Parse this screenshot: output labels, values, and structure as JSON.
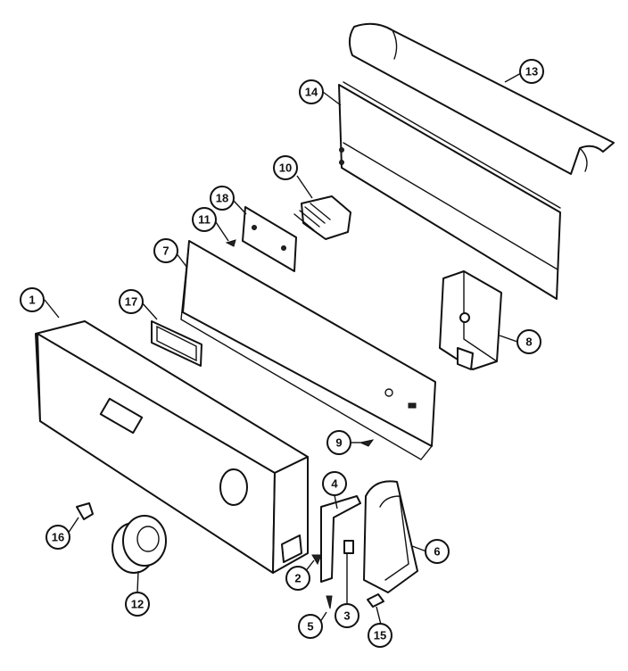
{
  "callouts": [
    {
      "id": "c1",
      "label": "1"
    },
    {
      "id": "c2",
      "label": "2"
    },
    {
      "id": "c3",
      "label": "3"
    },
    {
      "id": "c4",
      "label": "4"
    },
    {
      "id": "c5",
      "label": "5"
    },
    {
      "id": "c6",
      "label": "6"
    },
    {
      "id": "c7",
      "label": "7"
    },
    {
      "id": "c8",
      "label": "8"
    },
    {
      "id": "c9",
      "label": "9"
    },
    {
      "id": "c10",
      "label": "10"
    },
    {
      "id": "c11",
      "label": "11"
    },
    {
      "id": "c12",
      "label": "12"
    },
    {
      "id": "c13",
      "label": "13"
    },
    {
      "id": "c14",
      "label": "14"
    },
    {
      "id": "c15",
      "label": "15"
    },
    {
      "id": "c16",
      "label": "16"
    },
    {
      "id": "c17",
      "label": "17"
    },
    {
      "id": "c18",
      "label": "18"
    }
  ],
  "colors": {
    "line": "#111111",
    "background": "#ffffff"
  }
}
